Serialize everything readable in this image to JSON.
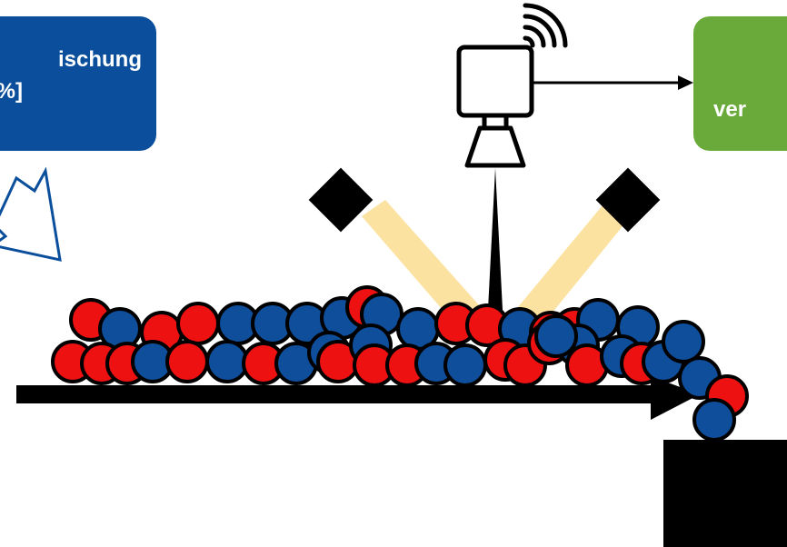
{
  "colors": {
    "box_left": "#0b4f9c",
    "box_right": "#6aaa3a",
    "particle_red": "#ee1111",
    "particle_blue": "#0e4e9b",
    "light_cone": "#fbe2a0",
    "outline": "#000000"
  },
  "labels": {
    "left_box_line1": "ischung",
    "left_box_line2": "%]",
    "right_box_line1": "ver"
  },
  "icons": {
    "camera": "camera-sensor-icon",
    "signal": "wireless-signal-icon",
    "lamp": "lamp-icon",
    "arrow": "hollow-arrow-icon"
  },
  "particles": [
    [
      "r"
    ],
    [
      "b"
    ],
    [
      "r"
    ],
    [
      "r"
    ],
    [
      "b"
    ],
    [
      "b"
    ],
    [
      "b"
    ],
    [
      "b"
    ],
    [
      "r"
    ],
    [
      "b"
    ],
    [
      "b"
    ],
    [
      "r"
    ],
    [
      "r"
    ],
    [
      "b"
    ],
    [
      "r"
    ],
    [
      "r"
    ],
    [
      "b"
    ],
    [
      "b"
    ],
    [
      "r"
    ],
    [
      "r"
    ],
    [
      "r"
    ],
    [
      "b"
    ],
    [
      "r"
    ],
    [
      "b"
    ],
    [
      "r"
    ],
    [
      "b"
    ],
    [
      "b"
    ],
    [
      "r"
    ],
    [
      "b"
    ],
    [
      "r"
    ],
    [
      "r"
    ],
    [
      "b"
    ],
    [
      "b"
    ],
    [
      "r"
    ],
    [
      "r"
    ],
    [
      "r"
    ],
    [
      "b"
    ],
    [
      "r"
    ],
    [
      "b"
    ],
    [
      "r"
    ],
    [
      "b"
    ],
    [
      "b"
    ],
    [
      "b"
    ],
    [
      "r"
    ],
    [
      "b"
    ],
    [
      "b"
    ]
  ]
}
